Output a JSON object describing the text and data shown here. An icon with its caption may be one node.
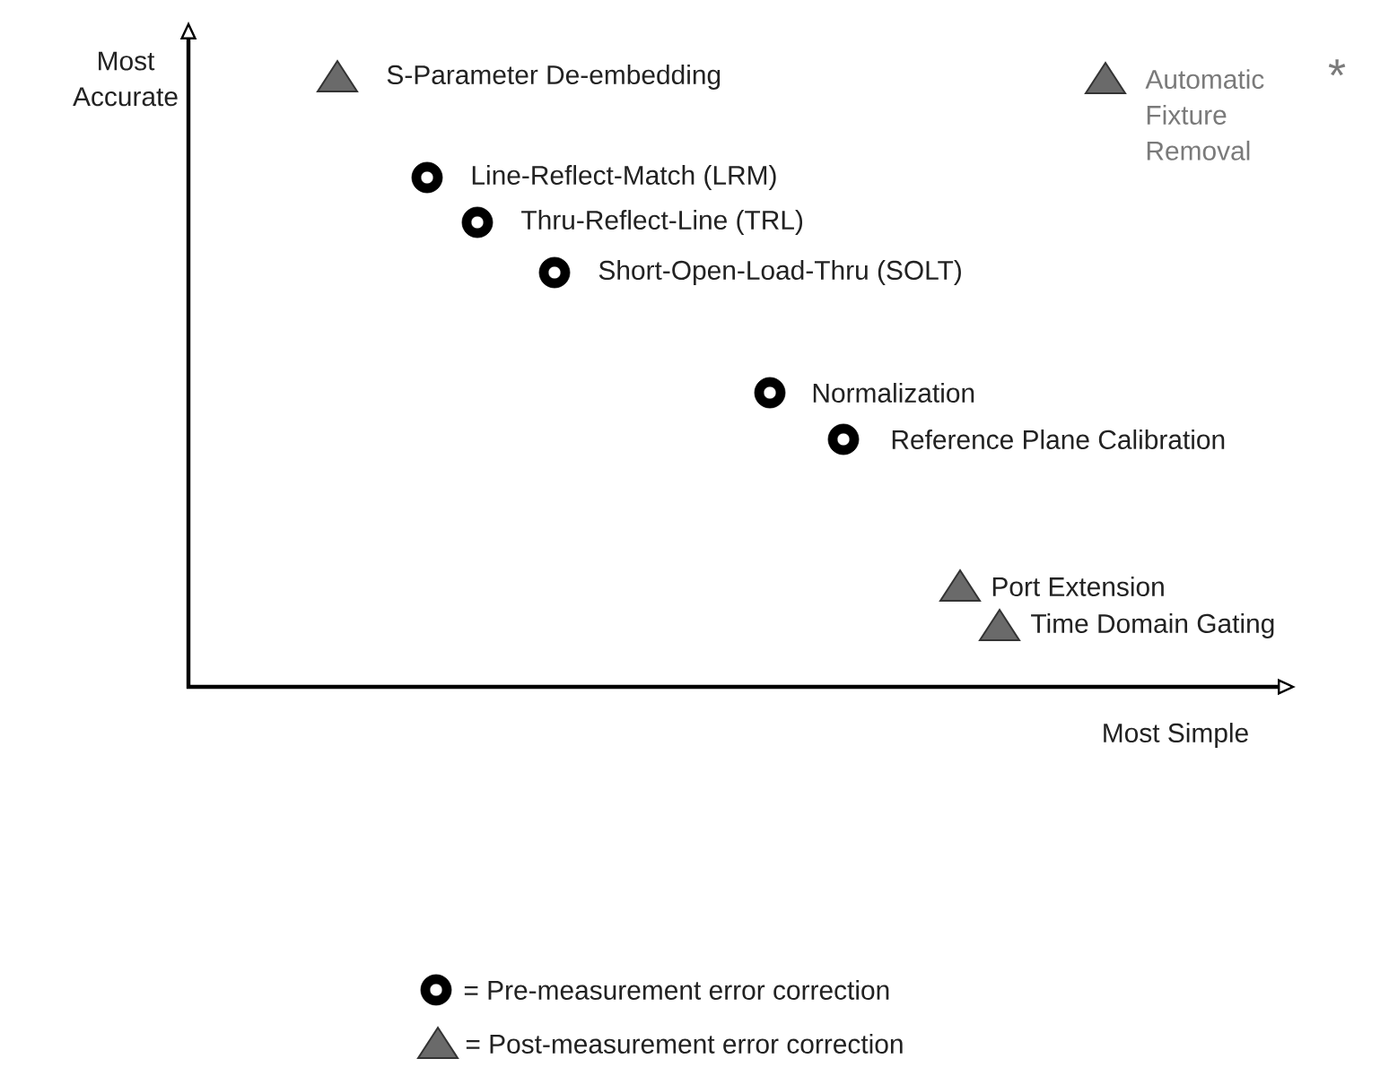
{
  "diagram": {
    "labels": [
      "Most Accurate",
      "S-Parameter De-embedding",
      "Automatic Fixture Removal",
      "*",
      "Line-Reflect-Match (LRM)",
      "Thru-Reflect-Line (TRL)",
      "Short-Open-Load-Thru (SOLT)",
      "Normalization",
      "Reference Plane Calibration",
      "Port Extension",
      "Time Domain Gating",
      "Most Simple"
    ],
    "legend": [
      {
        "text": "= Pre-measurement error correction"
      },
      {
        "text": "= Post-measurement error correction"
      }
    ]
  }
}
